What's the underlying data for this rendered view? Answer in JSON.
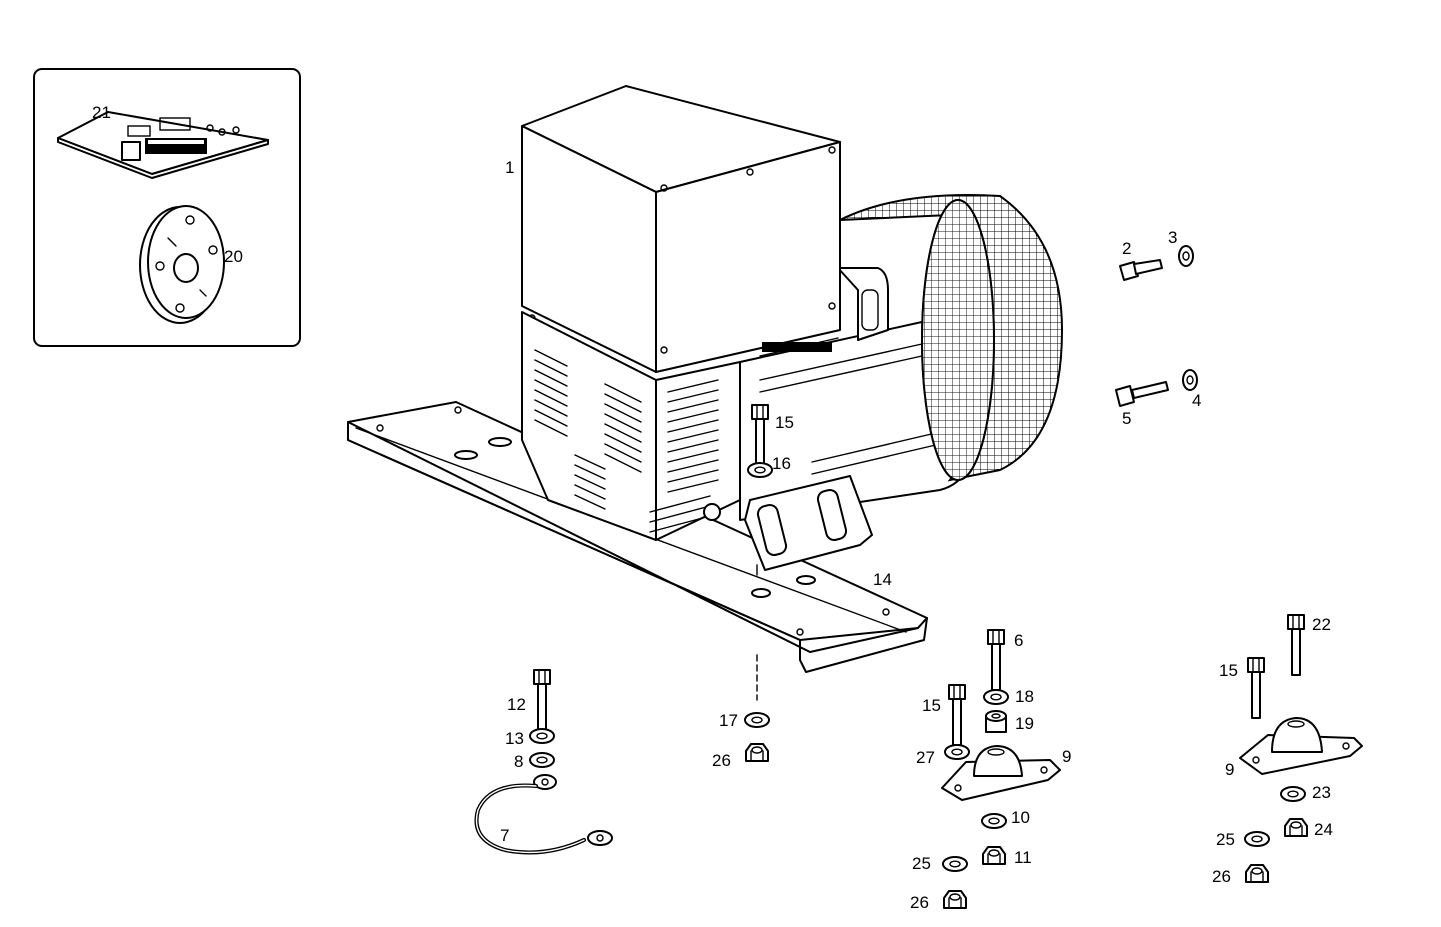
{
  "labels": {
    "p1": "1",
    "p2": "2",
    "p3": "3",
    "p4": "4",
    "p5": "5",
    "p6": "6",
    "p7": "7",
    "p8": "8",
    "p9a": "9",
    "p9b": "9",
    "p10": "10",
    "p11": "11",
    "p12": "12",
    "p13": "13",
    "p14": "14",
    "p15a": "15",
    "p15b": "15",
    "p15c": "15",
    "p16": "16",
    "p17": "17",
    "p18": "18",
    "p19": "19",
    "p20": "20",
    "p21": "21",
    "p22": "22",
    "p23": "23",
    "p24": "24",
    "p25a": "25",
    "p25b": "25",
    "p26a": "26",
    "p26b": "26",
    "p26c": "26",
    "p27": "27"
  }
}
